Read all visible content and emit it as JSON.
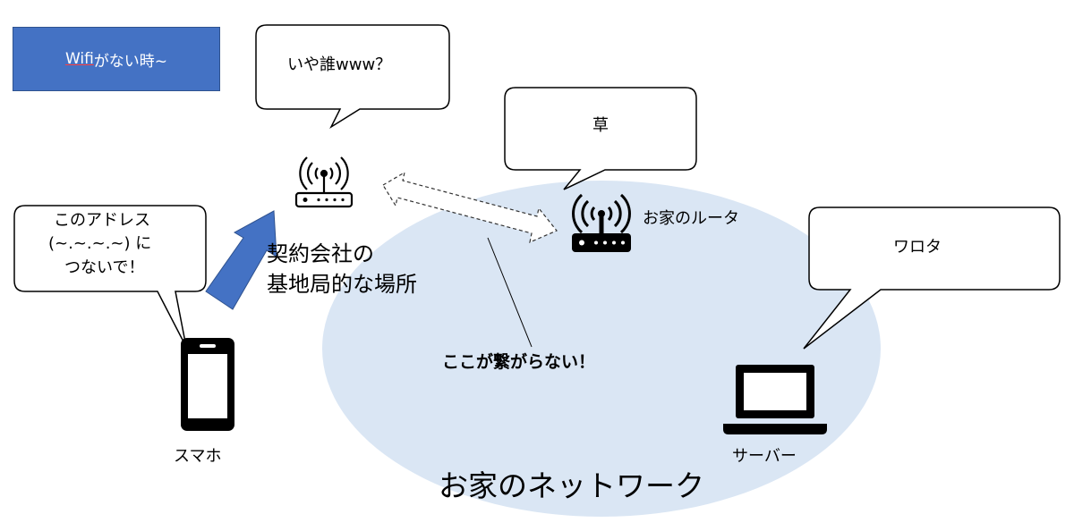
{
  "title": {
    "word": "Wifi",
    "rest": " がない時~"
  },
  "bubbles": {
    "company": "いや誰www？",
    "home_router": "草",
    "phone": [
      "このアドレス",
      "(~.~.~.~) に",
      "つないで！"
    ],
    "server": "ワロタ"
  },
  "labels": {
    "home_router": "お家のルータ",
    "company_line1": "契約会社の",
    "company_line2": "基地局的な場所",
    "problem": "ここが繋がらない！",
    "phone": "スマホ",
    "server": "サーバー",
    "network": "お家のネットワーク"
  },
  "colors": {
    "network_fill": "#dae6f4",
    "title_fill": "#4472c4",
    "arrow_fill": "#4472c4"
  },
  "icons": [
    "router-icon",
    "smartphone-icon",
    "laptop-icon",
    "double-arrow-icon"
  ]
}
